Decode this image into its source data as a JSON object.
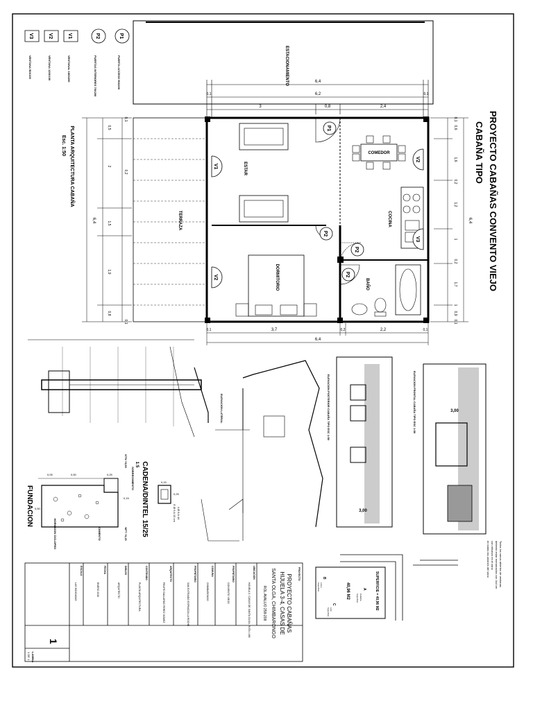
{
  "title": {
    "main": "PROYECTO CABAÑAS CONVENTO VIEJO",
    "sub": "CABAÑA TIPO"
  },
  "plan": {
    "label": "PLANTA ARQUITECTURA CABAÑA",
    "scale": "Esc. 1:50",
    "rooms": {
      "estacionamiento": "ESTACIONAMIENTO",
      "estar": "ESTAR",
      "comedor": "COMEDOR",
      "cocina": "COCINA",
      "terraza": "TERRAZA",
      "dormitorio": "DORMITORIO",
      "bano": "BAÑO"
    },
    "top_dims": {
      "total": "6,4",
      "inner": "6,2",
      "left": "0,1",
      "right": "0,1",
      "seg_a": "3",
      "seg_b": "0,8",
      "seg_c": "2,4"
    },
    "bottom_dims": {
      "left": "0,1",
      "a": "3,7",
      "mid": "0,2",
      "b": "2,2",
      "right": "0,1",
      "total": "6,4"
    },
    "right_dims": {
      "total": "6,4",
      "segs": [
        "0,1",
        "0,6",
        "1,6",
        "0,2",
        "1,2",
        "1",
        "0,2",
        "1,7",
        "1",
        "0,9",
        "0,1"
      ]
    },
    "left_dims": {
      "total": "6,4",
      "segs": [
        "0,1",
        "0,5",
        "2",
        "0,2",
        "1,5",
        "1,9",
        "0,8",
        "0,1"
      ]
    },
    "marks": [
      "P1",
      "P2",
      "P2",
      "P2",
      "V1",
      "V2",
      "V2",
      "V3"
    ]
  },
  "legend": {
    "items": [
      {
        "tag": "P1",
        "text": "PUERTA ACCESO 90X200"
      },
      {
        "tag": "P2",
        "text": "PUERTAS INTERIORES 70X200"
      },
      {
        "tag": "V1",
        "text": "VENTANAL 180X200"
      },
      {
        "tag": "V2",
        "text": "VENTANA 120X100"
      },
      {
        "tag": "V3",
        "text": "VENTANA 50X100"
      }
    ]
  },
  "details": {
    "fundacion": "FUNDACION",
    "cadena": "CADENA/DINTEL 15/25",
    "cadena_scale": "1:5",
    "sobrecimiento": "SOBRECIMIENTO",
    "cimiento": "CIMIENTO",
    "npt": "NPT +0,15",
    "ntn": "NTN +0,00",
    "fund_dims": [
      "0,05",
      "0,50",
      "0,25",
      "0,15",
      "0,50"
    ],
    "hormigon": "HORMIGON CICLOPEO",
    "cadena_note1": "4 Ø 8 A 44",
    "cadena_note2": "E Ø 6 A 15 cm",
    "dim_015": "0,15",
    "dim_025": "0,25"
  },
  "elevations": {
    "posterior": "ELEVACION POSTERIOR CABAÑA TIPO ESC 1:50",
    "frontal": "ELEVACION FRONTAL CABAÑA TIPO ESC 1:50",
    "lateral": "ELEVACION LATERAL",
    "h_posterior": "3,00",
    "h_frontal": "3,00"
  },
  "notes": {
    "text_lines": [
      "Todos los vanos abiertos de ventanas",
      "deberán estar enmarcados con 4x4 cm",
      "con refuerzo en el vano",
      "en todas las uniones del vano"
    ],
    "superficie_label": "SUPERFICIE = 40,96 M2",
    "superficie_value": "40,96 M2",
    "grid_letters": [
      "A",
      "B",
      "C"
    ],
    "grid_sublabels": [
      "Cabaña",
      "Superficie",
      "Loteo",
      "Superficie",
      "Lote",
      "Superficie"
    ]
  },
  "title_block": {
    "proyecto_title": "PROYECTO",
    "proyecto_lines": [
      "PROYECTO CABAÑAS",
      "HIJUELA 3-4, CASAS DE",
      "SANTA OLGA, CHIMBARONGO",
      "ROL AVALUO 258-208"
    ],
    "rows": [
      {
        "label": "UBICACION",
        "value": "HIJUELA 3, CASAS DE SANTA OLGA, RUTA I-466"
      },
      {
        "label": "PROPIETARIO",
        "value": "CONVENTO VIEJO"
      },
      {
        "label": "COMUNA",
        "value": "CHIMBARONGO"
      },
      {
        "label": "PROPIETARIO",
        "value": "SAN EXTRAIDO ESPINOZA LA ROCHE"
      },
      {
        "label": "ARQUITECTO",
        "value": "FELIPE GALLARDO PEREZ GOMEZ"
      },
      {
        "label": "CONTENIDO",
        "value": "PLANTA ARQUITECTURA"
      },
      {
        "label": "FECHA",
        "value": "ENERO 2016"
      },
      {
        "label": "ESCALA",
        "value": "LAS INDICADAS"
      },
      {
        "label": "DIBUJO",
        "value": "ARQUITECTO"
      }
    ],
    "lamina_label": "LAMINA",
    "lamina_sub": "1 DE 1",
    "sheet_number": "1"
  },
  "colors": {
    "line": "#000000",
    "paper": "#ffffff",
    "hatch": "#8a8a8a"
  }
}
